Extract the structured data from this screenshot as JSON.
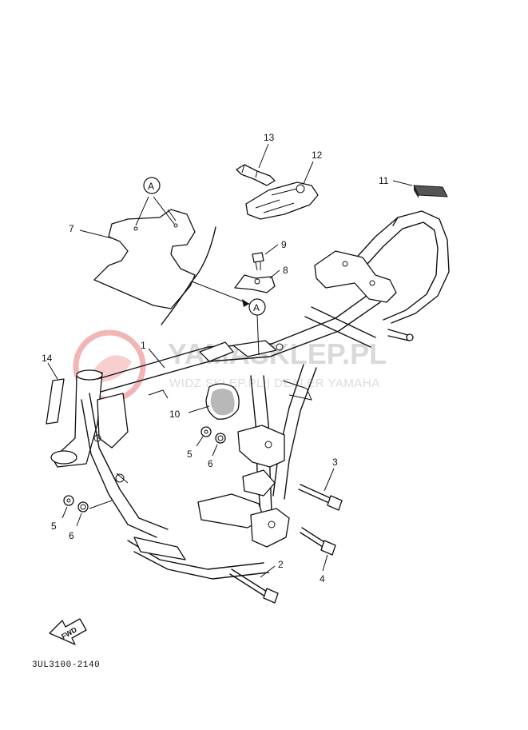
{
  "watermark": {
    "brand_big": "YAMASKLEP.PL",
    "brand_small": "WIDZ SKLEP.PL | DEALER YAMAHA"
  },
  "callouts": {
    "p1": "1",
    "p2": "2",
    "p3": "3",
    "p4": "4",
    "p5a": "5",
    "p5b": "5",
    "p6a": "6",
    "p6b": "6",
    "p7": "7",
    "p8": "8",
    "p9": "9",
    "p10": "10",
    "p11": "11",
    "p12": "12",
    "p13": "13",
    "p14": "14"
  },
  "markers": {
    "a_top": "A",
    "a_bottom": "A"
  },
  "fwd_label": "FWD",
  "diagram_code": "3UL3100-2140",
  "colors": {
    "ink": "#111111",
    "watermark_logo": "#f2b5b5",
    "watermark_text": "#d9d9d9"
  }
}
